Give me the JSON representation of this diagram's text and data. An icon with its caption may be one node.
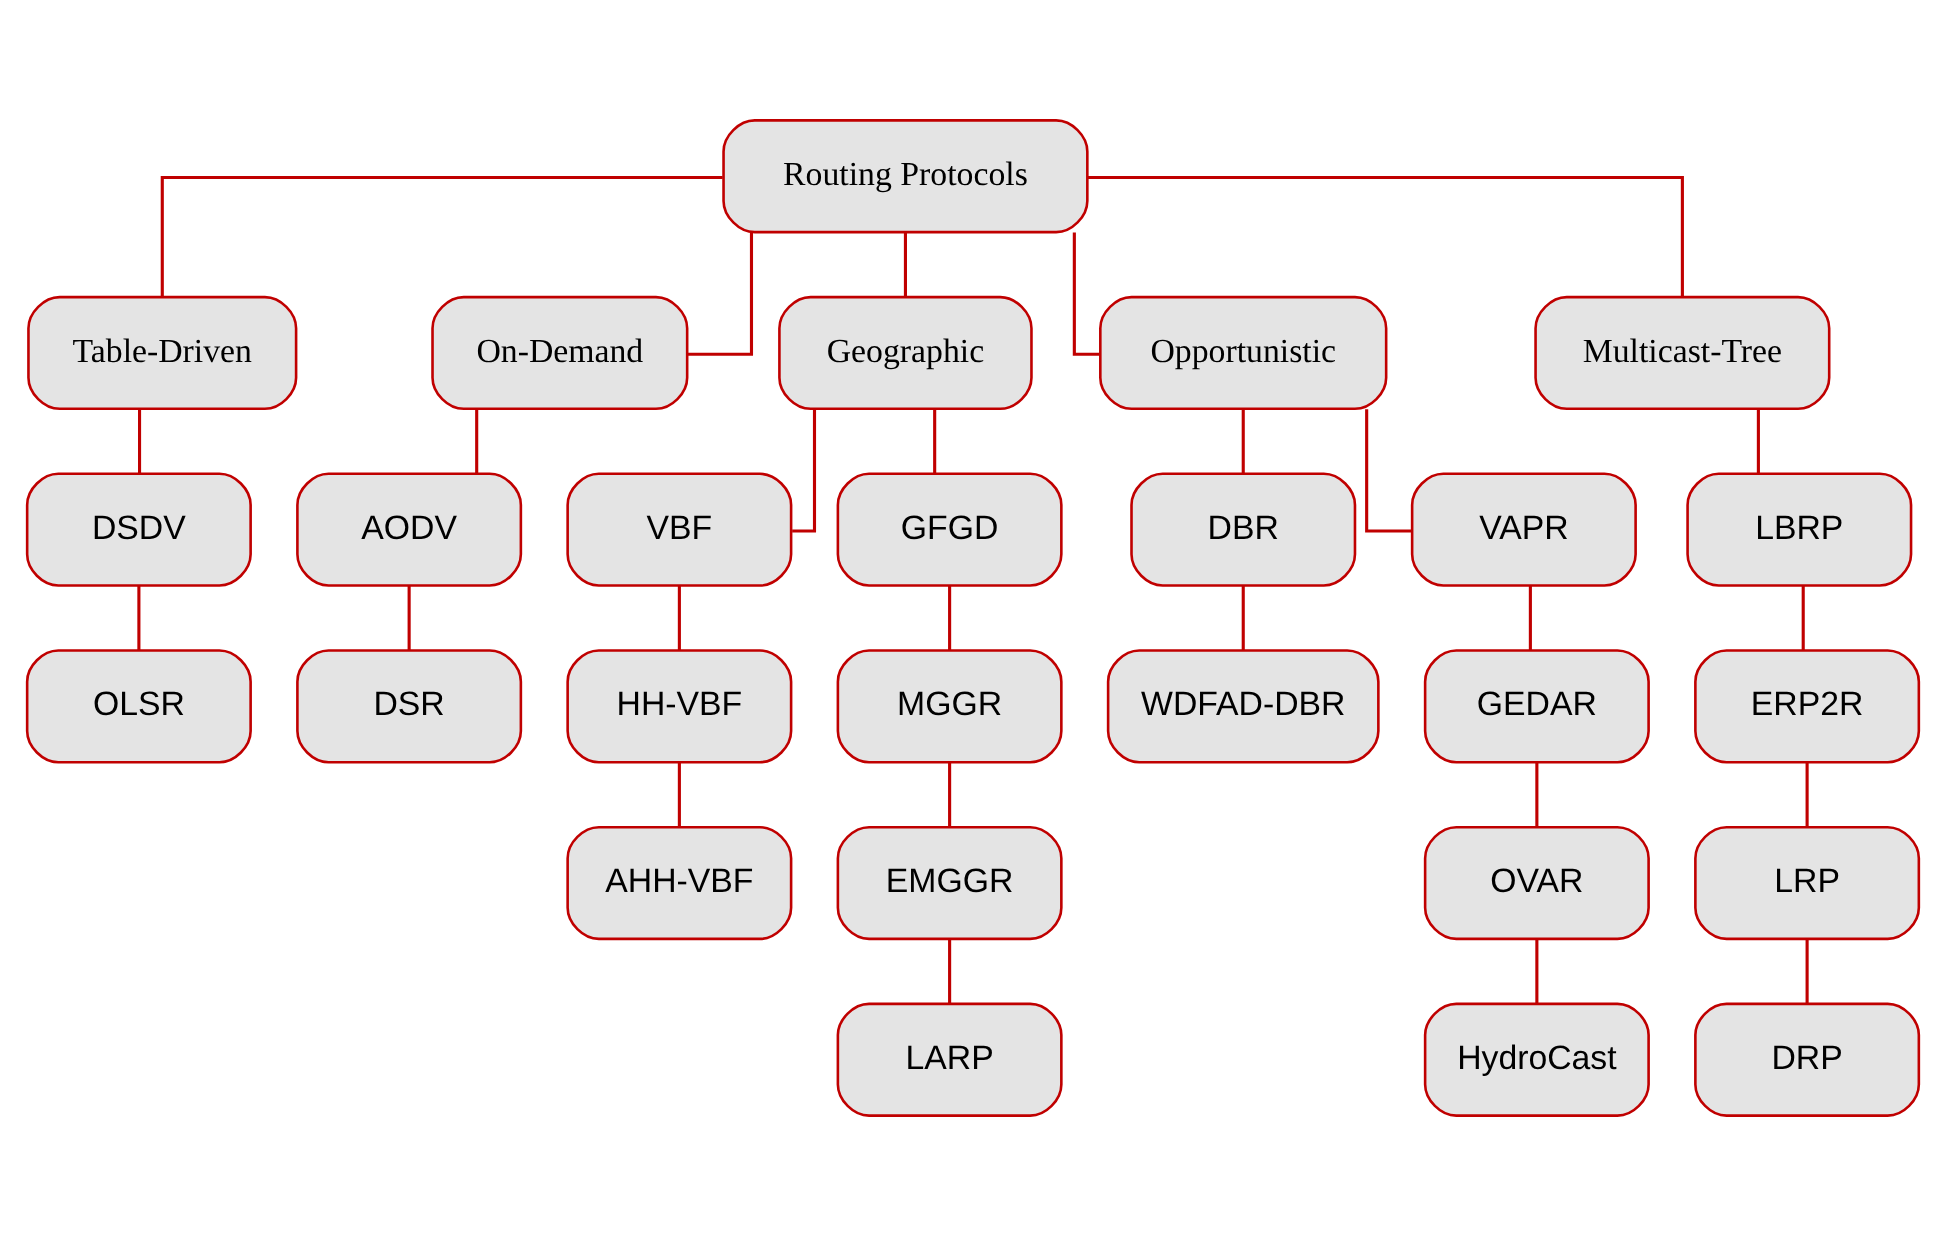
{
  "diagram": {
    "nodes": [
      {
        "text": [
          "Routing Protocols"
        ]
      },
      {
        "text": [
          "Table-Driven"
        ]
      },
      {
        "text": [
          "On-Demand"
        ]
      },
      {
        "text": [
          "Geographic"
        ]
      },
      {
        "text": [
          "Opportunistic"
        ]
      },
      {
        "text": [
          "Multicast-Tree"
        ]
      },
      {
        "text": [
          "DSDV"
        ]
      },
      {
        "text": [
          "AODV"
        ]
      },
      {
        "text": [
          "VBF"
        ]
      },
      {
        "text": [
          "GFGD"
        ]
      },
      {
        "text": [
          "DBR"
        ]
      },
      {
        "text": [
          "VAPR"
        ]
      },
      {
        "text": [
          "LBRP"
        ]
      },
      {
        "text": [
          "OLSR"
        ]
      },
      {
        "text": [
          "DSR"
        ]
      },
      {
        "text": [
          "HH-VBF"
        ]
      },
      {
        "text": [
          "MGGR"
        ]
      },
      {
        "text": [
          "WDFAD-DBR"
        ]
      },
      {
        "text": [
          "GEDAR"
        ]
      },
      {
        "text": [
          "ERP2R"
        ]
      },
      {
        "text": [
          "AHH-VBF"
        ]
      },
      {
        "text": [
          "EMGGR"
        ]
      },
      {
        "text": [
          "OVAR"
        ]
      },
      {
        "text": [
          "LRP"
        ]
      },
      {
        "text": [
          "LARP"
        ]
      },
      {
        "text": [
          "HydroCast"
        ]
      },
      {
        "text": [
          "DRP"
        ]
      }
    ],
    "edges": [
      {
        "from": 0,
        "to": 1,
        "arrow": "none"
      },
      {
        "from": 0,
        "to": 2,
        "arrow": "none"
      },
      {
        "from": 0,
        "to": 3,
        "arrow": "none"
      },
      {
        "from": 0,
        "to": 4,
        "arrow": "none"
      },
      {
        "from": 0,
        "to": 5,
        "arrow": "none"
      },
      {
        "from": 1,
        "to": 6,
        "arrow": "none"
      },
      {
        "from": 6,
        "to": 13,
        "arrow": "none"
      },
      {
        "from": 2,
        "to": 7,
        "arrow": "none"
      },
      {
        "from": 7,
        "to": 14,
        "arrow": "none"
      },
      {
        "from": 3,
        "to": 8,
        "arrow": "none"
      },
      {
        "from": 3,
        "to": 9,
        "arrow": "none"
      },
      {
        "from": 8,
        "to": 15,
        "arrow": "none"
      },
      {
        "from": 15,
        "to": 20,
        "arrow": "none"
      },
      {
        "from": 9,
        "to": 16,
        "arrow": "none"
      },
      {
        "from": 16,
        "to": 21,
        "arrow": "none"
      },
      {
        "from": 21,
        "to": 24,
        "arrow": "none"
      },
      {
        "from": 4,
        "to": 10,
        "arrow": "none"
      },
      {
        "from": 4,
        "to": 11,
        "arrow": "none"
      },
      {
        "from": 10,
        "to": 17,
        "arrow": "none"
      },
      {
        "from": 11,
        "to": 18,
        "arrow": "none"
      },
      {
        "from": 18,
        "to": 22,
        "arrow": "none"
      },
      {
        "from": 22,
        "to": 25,
        "arrow": "none"
      },
      {
        "from": 5,
        "to": 12,
        "arrow": "none"
      },
      {
        "from": 12,
        "to": 19,
        "arrow": "none"
      },
      {
        "from": 19,
        "to": 23,
        "arrow": "none"
      },
      {
        "from": 23,
        "to": 26,
        "arrow": "none"
      }
    ]
  }
}
